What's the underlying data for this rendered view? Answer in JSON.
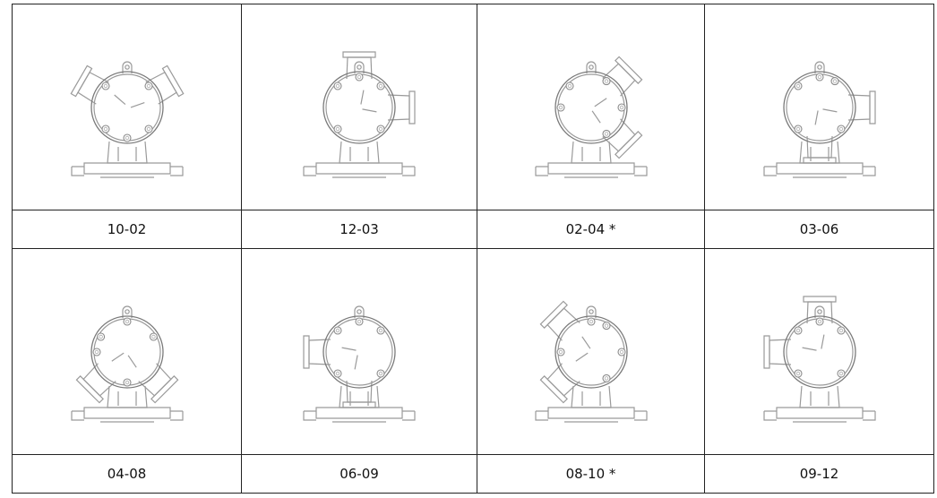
{
  "variants": [
    {
      "label": "10-02",
      "ports": [
        300,
        60
      ],
      "bolts": [
        225,
        315,
        135,
        180,
        45
      ]
    },
    {
      "label": "12-03",
      "ports": [
        0,
        90
      ],
      "bolts": [
        315,
        225,
        135,
        45,
        0
      ]
    },
    {
      "label": "02-04 *",
      "ports": [
        45,
        135
      ],
      "bolts": [
        270,
        315,
        90,
        30,
        150
      ]
    },
    {
      "label": "03-06",
      "ports": [
        90,
        180
      ],
      "bolts": [
        315,
        225,
        135,
        0,
        30
      ]
    },
    {
      "label": "04-08",
      "ports": [
        135,
        225
      ],
      "bolts": [
        300,
        60,
        180,
        0,
        270
      ]
    },
    {
      "label": "06-09",
      "ports": [
        270,
        180
      ],
      "bolts": [
        225,
        45,
        135,
        315,
        0
      ]
    },
    {
      "label": "08-10 *",
      "ports": [
        315,
        225
      ],
      "bolts": [
        270,
        30,
        150,
        90,
        0
      ]
    },
    {
      "label": "09-12",
      "ports": [
        0,
        270
      ],
      "bolts": [
        315,
        45,
        135,
        225,
        0
      ]
    }
  ]
}
